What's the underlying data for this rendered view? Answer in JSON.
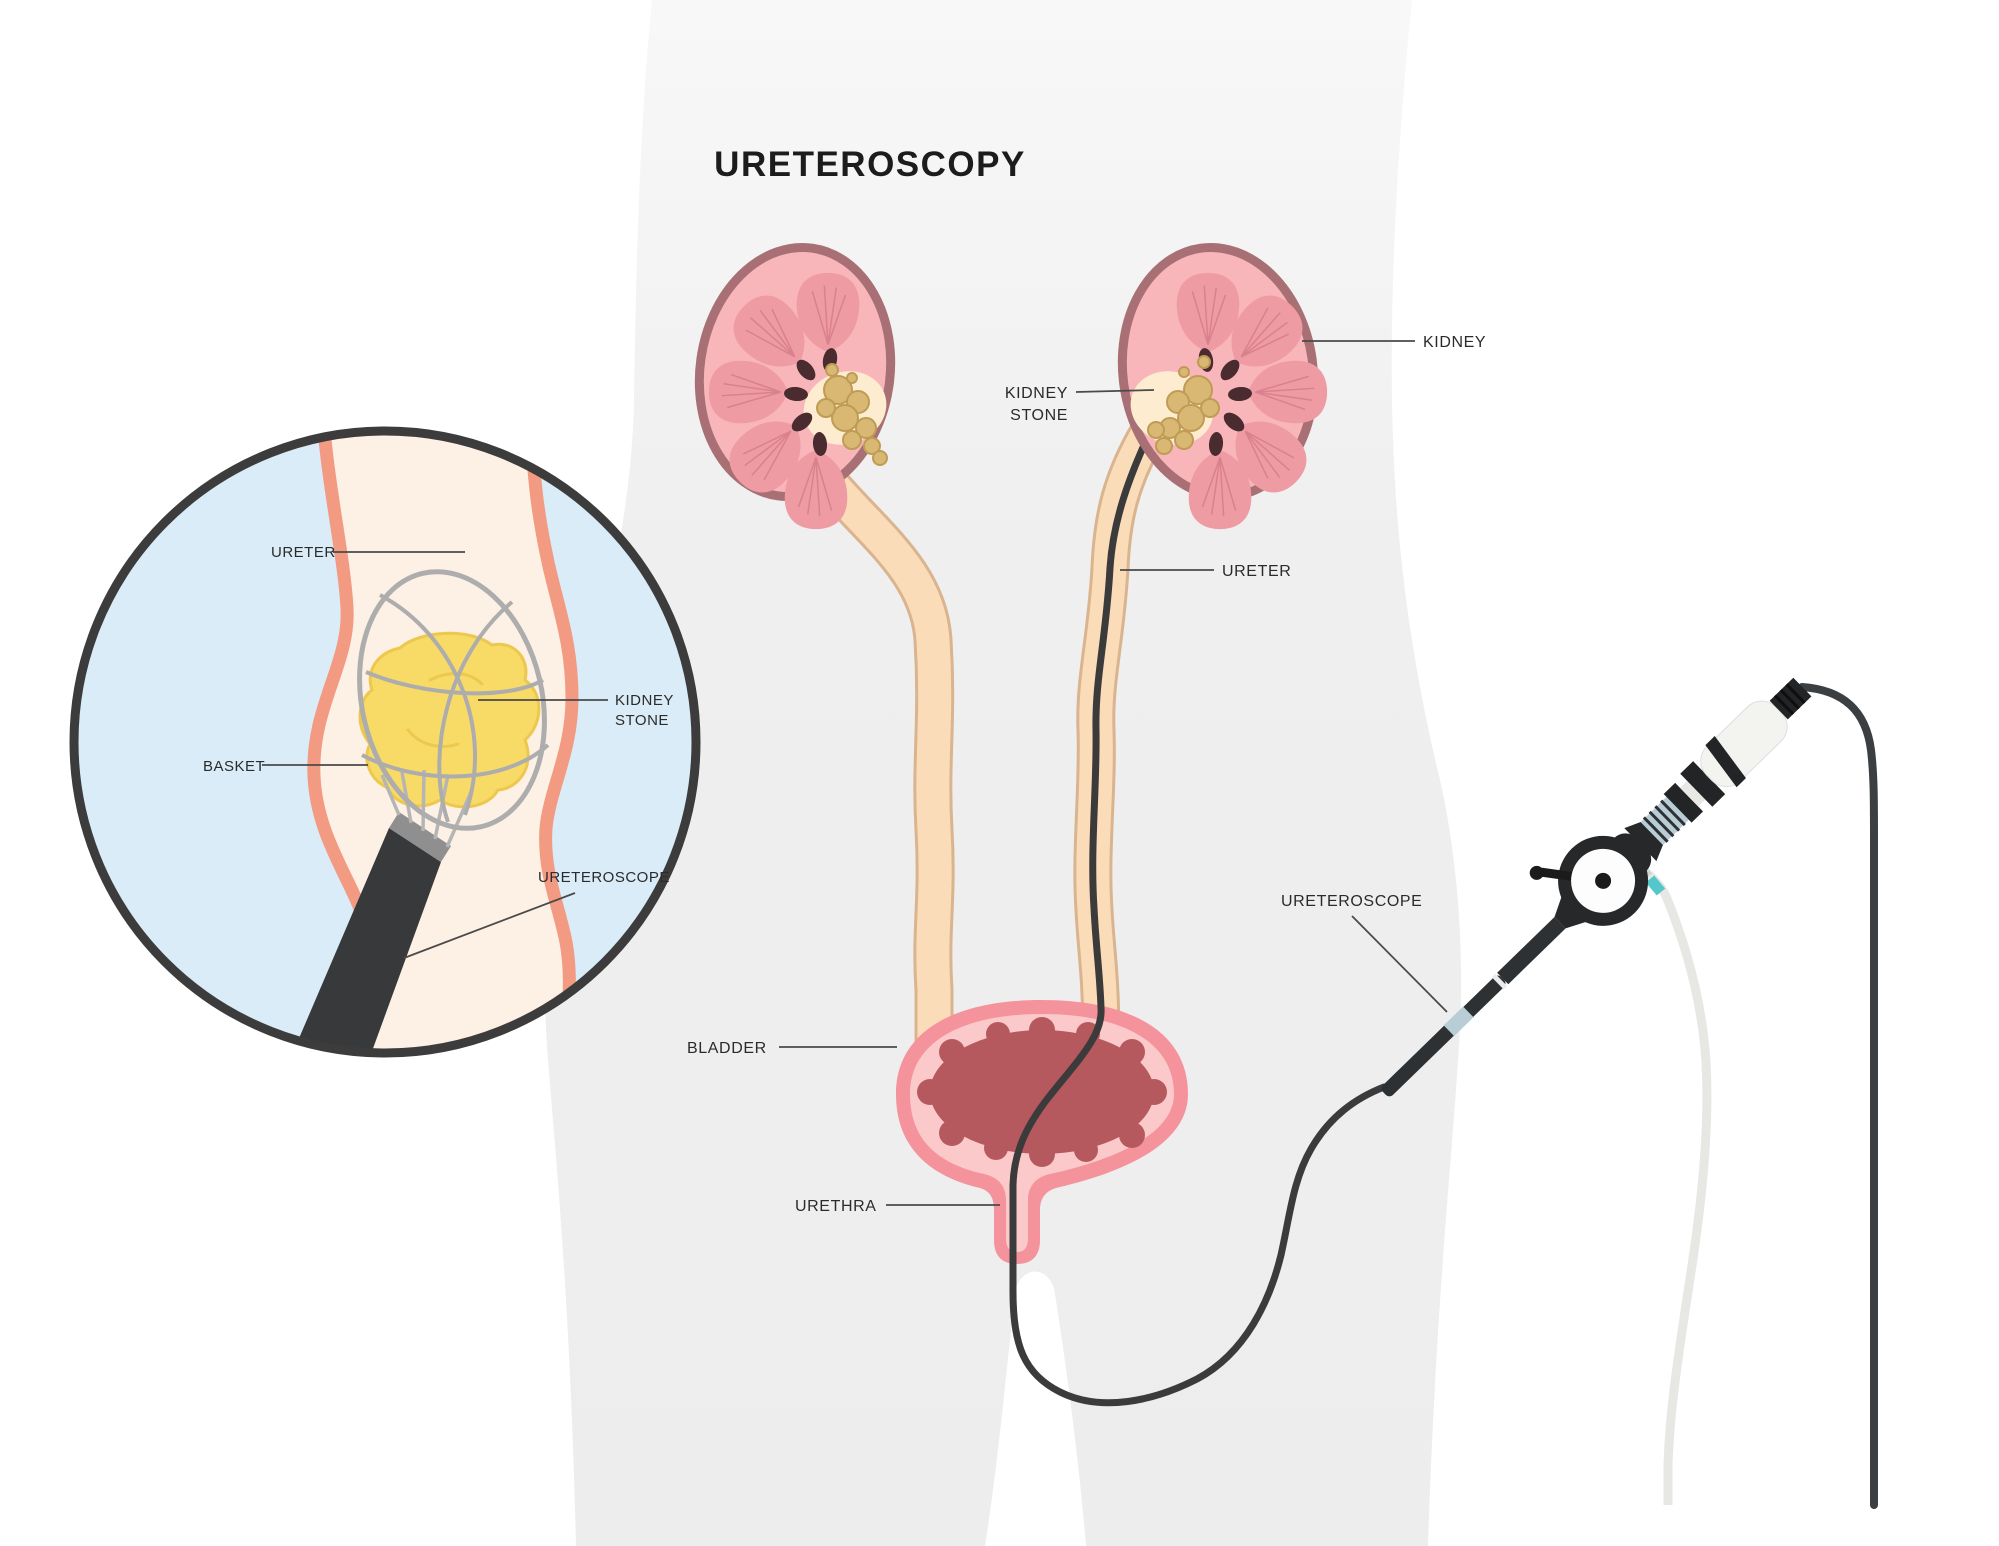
{
  "title": "URETEROSCOPY",
  "diagram": {
    "labels": {
      "kidney": "KIDNEY",
      "kidney_stone_line1": "KIDNEY",
      "kidney_stone_line2": "STONE",
      "ureter": "URETER",
      "bladder": "BLADDER",
      "urethra": "URETHRA",
      "ureteroscope": "URETEROSCOPE"
    },
    "inset": {
      "ureter": "URETER",
      "kidney_stone_line1": "KIDNEY",
      "kidney_stone_line2": "STONE",
      "basket": "BASKET",
      "ureteroscope": "URETEROSCOPE"
    },
    "colors": {
      "body_silhouette": "#efefef",
      "kidney_fill": "#f9b6ba",
      "kidney_rim": "#a87074",
      "pyramid": "#ee9ba4",
      "pelvis": "#fdeccf",
      "stone_main": "#d8b873",
      "ureter_fill": "#fbdcb8",
      "bladder_wall": "#f5939d",
      "bladder_lining": "#fbc9ca",
      "bladder_interior": "#b6595e",
      "scope_wire": "#3b3b3c",
      "inset_background": "#d9ecf7",
      "inset_stone": "#f8da66",
      "inset_ureter_wall": "#f39a82",
      "basket_wire": "#adadad",
      "device_body": "#26282a",
      "device_band": "#b9cdd6",
      "accent_teal": "#54c7ca"
    }
  }
}
